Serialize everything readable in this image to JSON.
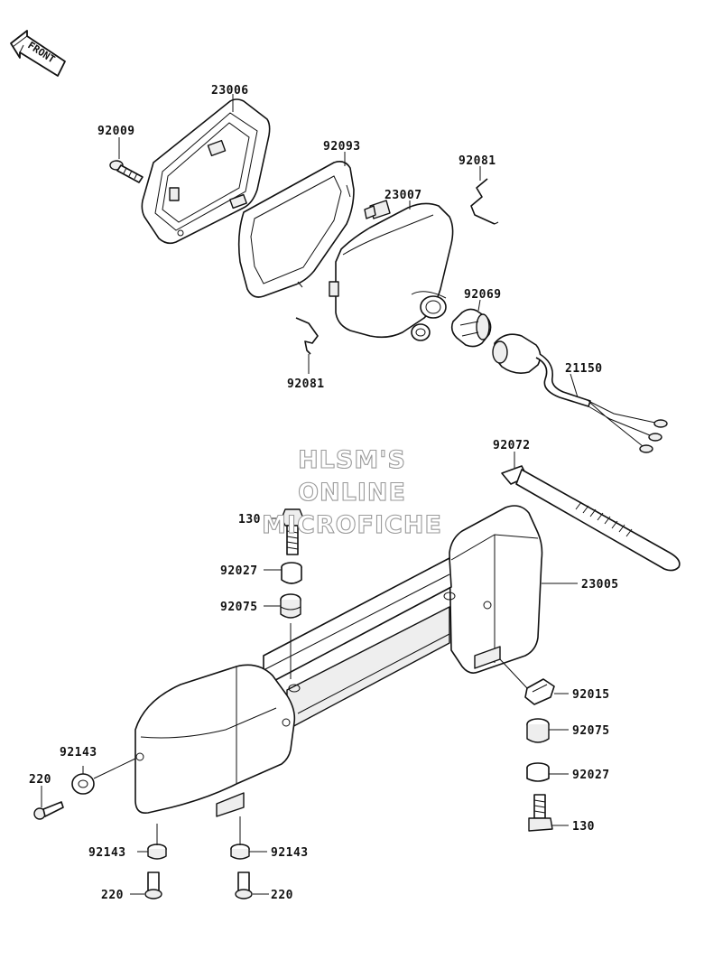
{
  "badge": {
    "text": "FRONT"
  },
  "watermark": {
    "lines": [
      "HLSM'S",
      "ONLINE",
      "MICROFICHE"
    ]
  },
  "labels": [
    {
      "id": "lbl-23006",
      "text": "23006"
    },
    {
      "id": "lbl-92009",
      "text": "92009"
    },
    {
      "id": "lbl-92093",
      "text": "92093"
    },
    {
      "id": "lbl-92081-a",
      "text": "92081"
    },
    {
      "id": "lbl-23007",
      "text": "23007"
    },
    {
      "id": "lbl-92069",
      "text": "92069"
    },
    {
      "id": "lbl-92081-b",
      "text": "92081"
    },
    {
      "id": "lbl-21150",
      "text": "21150"
    },
    {
      "id": "lbl-92072",
      "text": "92072"
    },
    {
      "id": "lbl-130-a",
      "text": "130"
    },
    {
      "id": "lbl-92027-a",
      "text": "92027"
    },
    {
      "id": "lbl-92075-a",
      "text": "92075"
    },
    {
      "id": "lbl-23005",
      "text": "23005"
    },
    {
      "id": "lbl-92015",
      "text": "92015"
    },
    {
      "id": "lbl-92075-b",
      "text": "92075"
    },
    {
      "id": "lbl-92027-b",
      "text": "92027"
    },
    {
      "id": "lbl-130-b",
      "text": "130"
    },
    {
      "id": "lbl-92143-a",
      "text": "92143"
    },
    {
      "id": "lbl-220-a",
      "text": "220"
    },
    {
      "id": "lbl-92143-b",
      "text": "92143"
    },
    {
      "id": "lbl-92143-c",
      "text": "92143"
    },
    {
      "id": "lbl-220-b",
      "text": "220"
    },
    {
      "id": "lbl-220-c",
      "text": "220"
    }
  ]
}
